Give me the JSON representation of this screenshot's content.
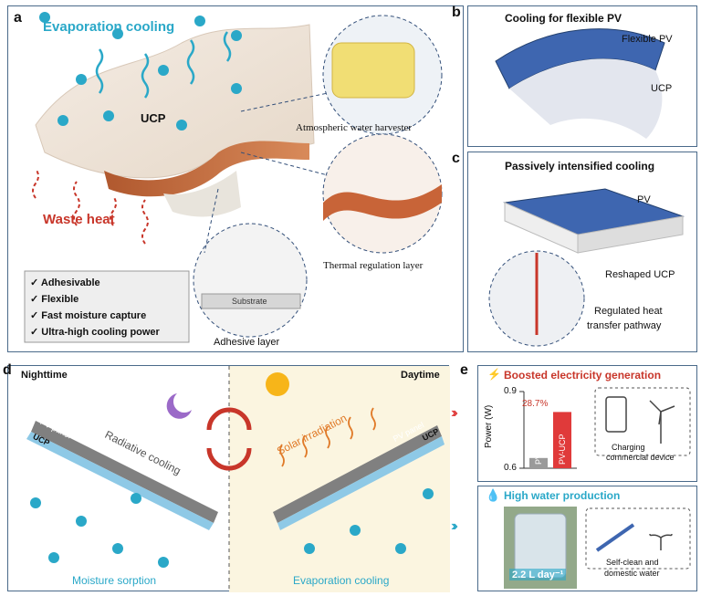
{
  "panel_a": {
    "letter": "a",
    "evaporation_cooling": "Evaporation  cooling",
    "ucp": "UCP",
    "waste_heat": "Waste heat",
    "atmospheric": "Atmospheric water harvester",
    "thermal": "Thermal regulation layer",
    "substrate": "Substrate",
    "adhesive": "Adhesive layer",
    "features": [
      "Adhesivable",
      "Flexible",
      "Fast moisture capture",
      "Ultra-high cooling power"
    ]
  },
  "panel_b": {
    "letter": "b",
    "title": "Cooling for flexible PV",
    "flexible_pv": "Flexible PV",
    "ucp": "UCP"
  },
  "panel_c": {
    "letter": "c",
    "title": "Passively intensified cooling",
    "pv": "PV",
    "reshaped": "Reshaped UCP",
    "pathway_line1": "Regulated heat",
    "pathway_line2": "transfer pathway"
  },
  "panel_d": {
    "letter": "d",
    "nighttime": "Nighttime",
    "daytime": "Daytime",
    "radiative": "Radiative cooling",
    "solar": "Solar irradiation",
    "pv_panel": "PV panel",
    "ucp": "UCP",
    "moisture": "Moisture sorption",
    "evaporation": "Evaporation cooling"
  },
  "panel_e": {
    "letter": "e",
    "title1": "Boosted electricity generation",
    "ylabel": "Power (W)",
    "percent": "28.7%",
    "charging_line1": "Charging",
    "charging_line2": "commercial device",
    "title2": "High water production",
    "water_value": "2.2 L day⁻¹",
    "selfclean_line1": "Self-clean and",
    "selfclean_line2": "domestic water"
  },
  "chart_data": {
    "type": "bar",
    "categories": [
      "PV",
      "PV-UCP"
    ],
    "values": [
      0.64,
      0.82
    ],
    "ylabel": "Power (W)",
    "ylim": [
      0.6,
      0.9
    ],
    "yticks": [
      "0.9",
      "0.6"
    ],
    "colors": [
      "#9a9a9a",
      "#e03a3a"
    ]
  },
  "colors": {
    "blue": "#2aa8c8",
    "red": "#c8362a",
    "frame": "#4a6a8a"
  }
}
